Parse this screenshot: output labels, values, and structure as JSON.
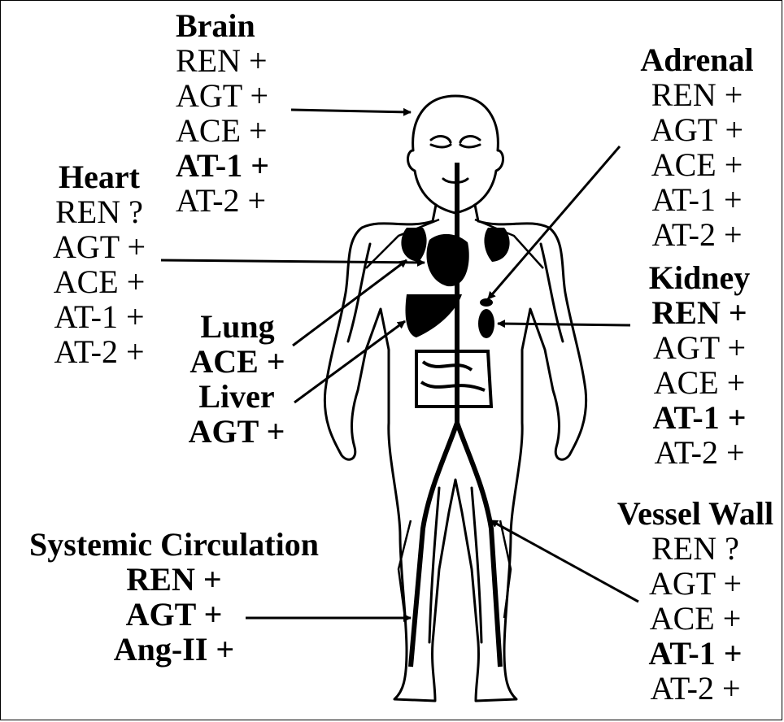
{
  "organs": {
    "brain": {
      "title": "Brain",
      "items": [
        "REN +",
        "AGT +",
        "ACE +",
        "AT-1 +",
        "AT-2 +"
      ]
    },
    "adrenal": {
      "title": "Adrenal",
      "items": [
        "REN +",
        "AGT +",
        "ACE +",
        "AT-1 +",
        "AT-2 +"
      ]
    },
    "heart": {
      "title": "Heart",
      "items": [
        "REN ?",
        "AGT +",
        "ACE +",
        "AT-1 +",
        "AT-2 +"
      ]
    },
    "kidney": {
      "title": "Kidney",
      "items": [
        "REN +",
        "AGT +",
        "ACE +",
        "AT-1 +",
        "AT-2 +"
      ]
    },
    "lung": {
      "title": "Lung",
      "items": [
        "ACE +"
      ]
    },
    "liver": {
      "title": "Liver",
      "items": [
        "AGT +"
      ]
    },
    "vessel_wall": {
      "title": "Vessel Wall",
      "items": [
        "REN ?",
        "AGT +",
        "ACE +",
        "AT-1 +",
        "AT-2 +"
      ]
    },
    "systemic": {
      "title": "Systemic Circulation",
      "items": [
        "REN +",
        "AGT +",
        "Ang-II +"
      ]
    }
  },
  "colors": {
    "ink": "#000000",
    "background": "#ffffff"
  }
}
